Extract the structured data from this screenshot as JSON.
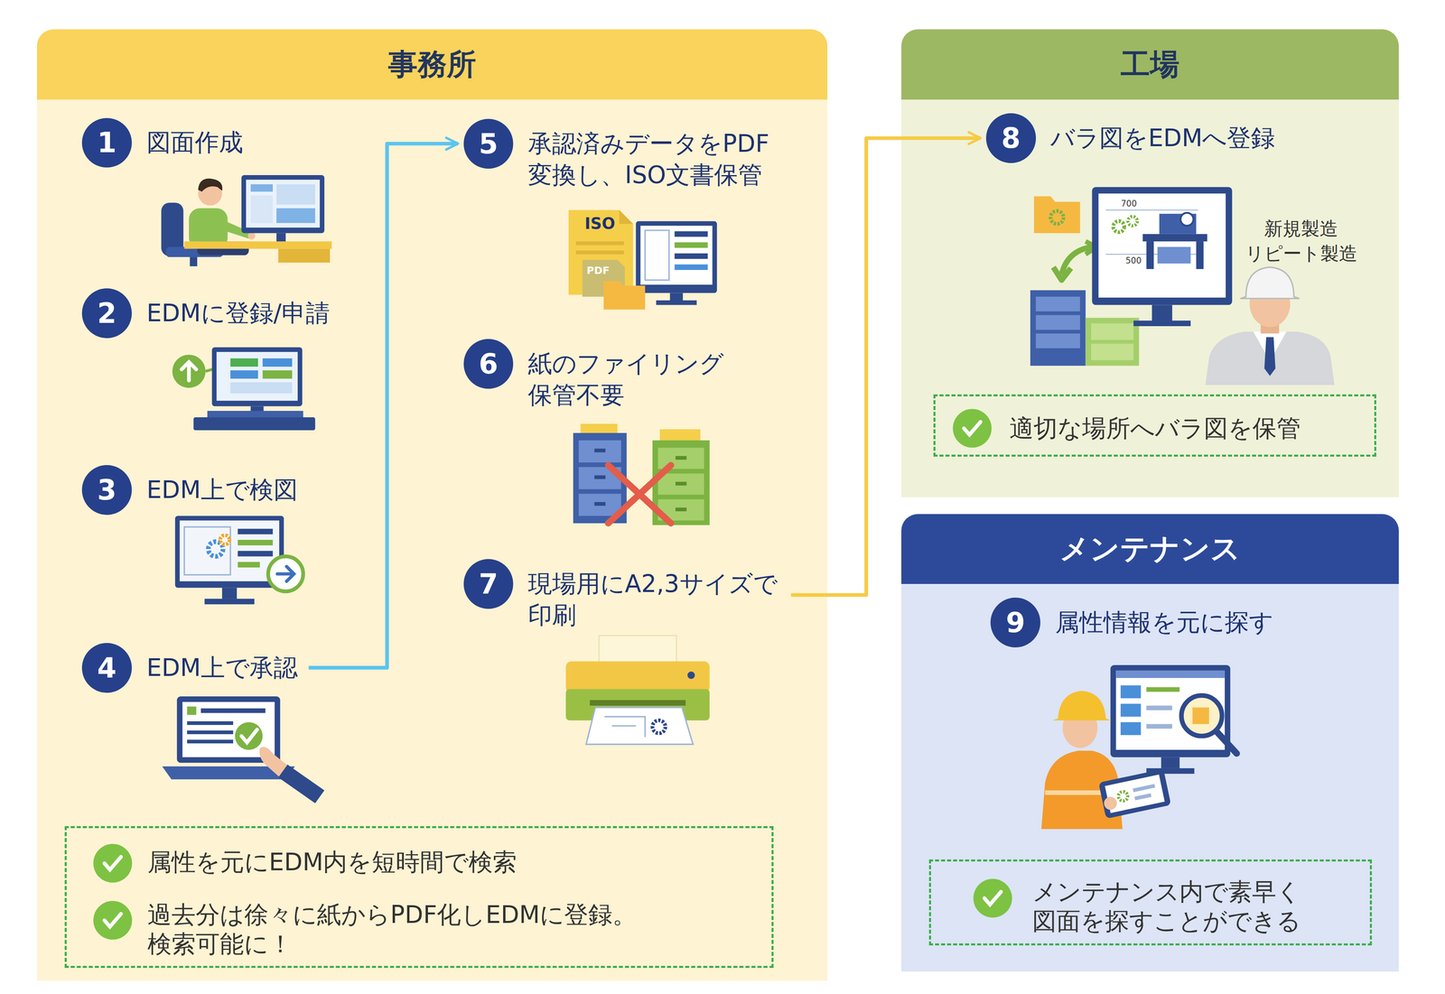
{
  "diagram": {
    "nodes": [
      {
        "text": [
          "事務所"
        ]
      },
      {
        "text": [
          "1",
          "図面作成"
        ],
        "in": 0
      },
      {
        "text": [
          "2",
          "EDMに登録/申請"
        ],
        "in": 0
      },
      {
        "text": [
          "3",
          "EDM上で検図"
        ],
        "in": 0
      },
      {
        "text": [
          "4",
          "EDM上で承認"
        ],
        "in": 0
      },
      {
        "text": [
          "5",
          "承認済みデータをPDF 変換し、ISO文書保管"
        ],
        "in": 0
      },
      {
        "text": [
          "6",
          "紙のファイリング 保管不要"
        ],
        "in": 0
      },
      {
        "text": [
          "7",
          "現場用にA2,3サイズで 印刷"
        ],
        "in": 0
      },
      {
        "text": [
          "属性を元にEDM内を短時間で検索",
          "過去分は徐々に紙からPDF化しEDMに登録。 検索可能に！"
        ],
        "in": 0
      },
      {
        "text": [
          "工場"
        ]
      },
      {
        "text": [
          "8",
          "バラ図をEDMへ登録"
        ],
        "in": 9
      },
      {
        "text": [
          "適切な場所へバラ図を保管"
        ],
        "in": 9
      },
      {
        "text": [
          "メンテナンス"
        ]
      },
      {
        "text": [
          "9",
          "属性情報を元に探す"
        ],
        "in": 12
      },
      {
        "text": [
          "メンテナンス内で素早く 図面を探すことができる"
        ],
        "in": 12
      }
    ],
    "edges": [
      {
        "from": 4,
        "to": 5,
        "arrow": "to"
      },
      {
        "from": 7,
        "to": 10,
        "arrow": "to"
      }
    ],
    "labels": [
      "ISO",
      "PDF",
      "700",
      "500",
      "新規製造",
      "リピート製造"
    ]
  }
}
